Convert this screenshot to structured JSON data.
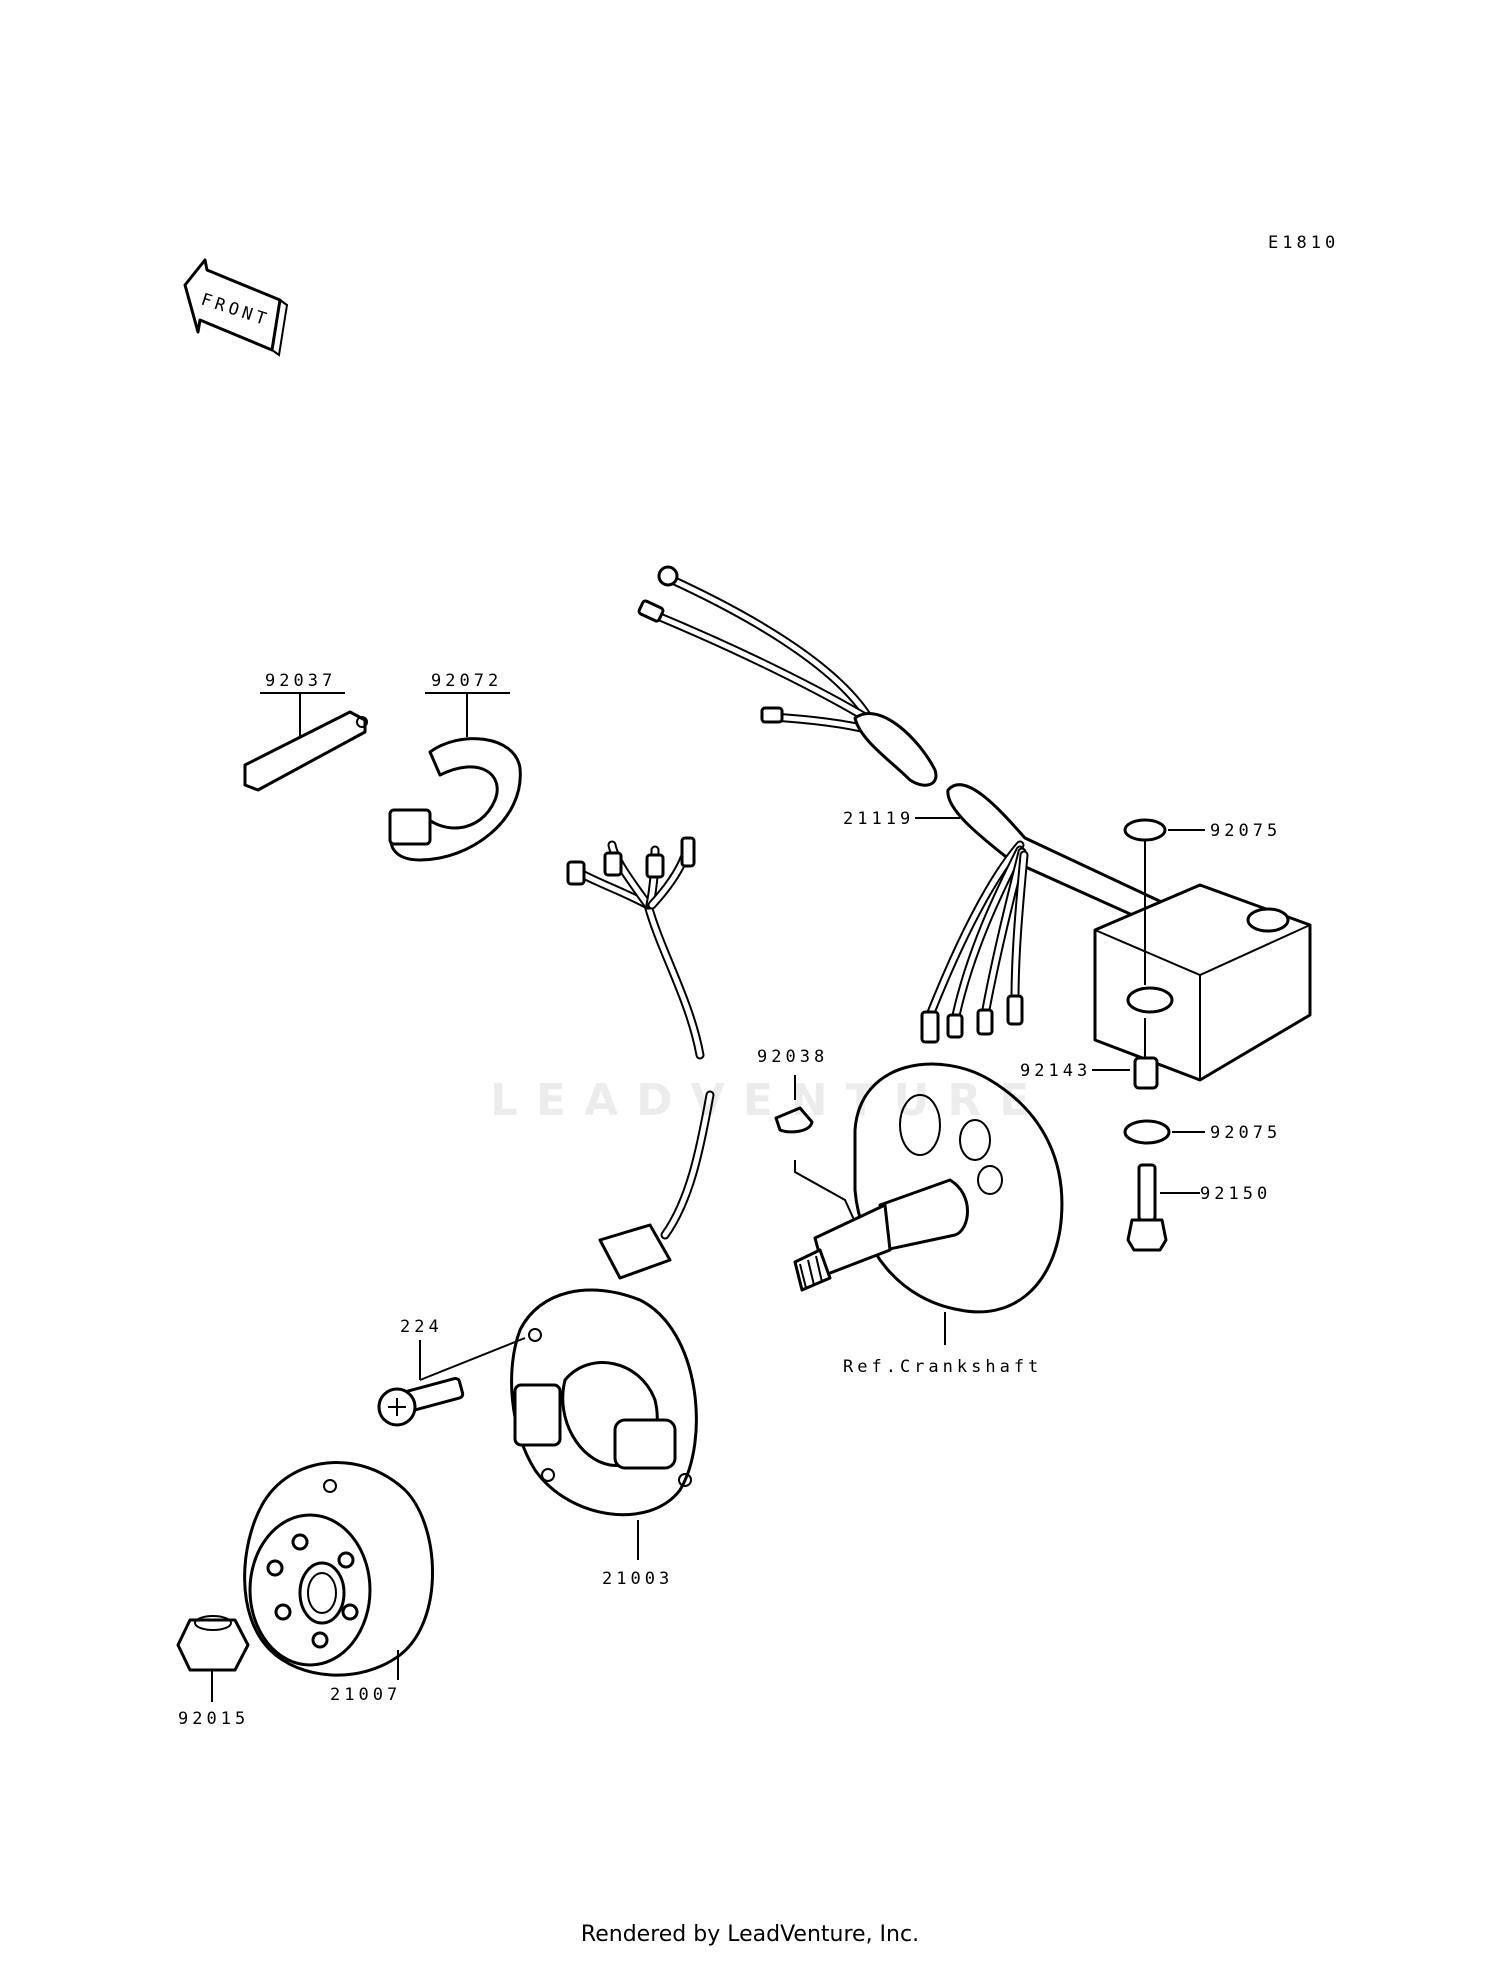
{
  "diagram_code": "E1810",
  "front_marker": "FRONT",
  "parts": {
    "p92037": "92037",
    "p92072": "92072",
    "p21119": "21119",
    "p92075_top": "92075",
    "p92143": "92143",
    "p92075_bottom": "92075",
    "p92150": "92150",
    "p92038": "92038",
    "ref_crankshaft": "Ref.Crankshaft",
    "p224": "224",
    "p21003": "21003",
    "p21007": "21007",
    "p92015": "92015"
  },
  "watermark": "LEADVENTURE",
  "footer": "Rendered by LeadVenture, Inc."
}
